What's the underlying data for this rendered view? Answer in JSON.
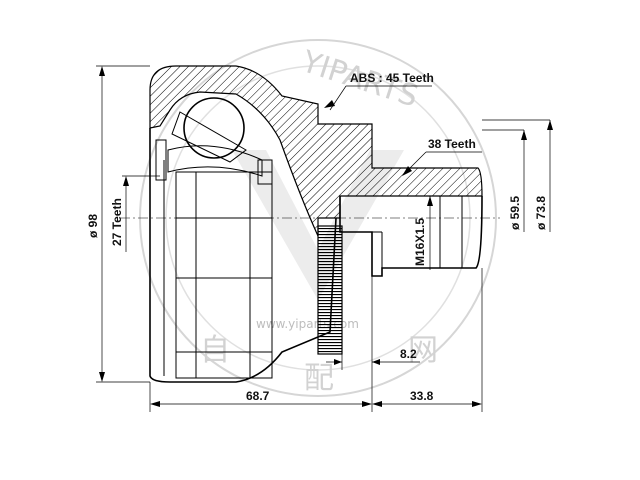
{
  "labels": {
    "abs_teeth": "ABS : 45 Teeth",
    "outer_teeth": "38 Teeth",
    "inner_teeth": "27 Teeth",
    "outer_diameter": "ø 98",
    "stub_diameter": "ø 59.5",
    "flange_diameter": "ø 73.8",
    "thread": "M16X1.5",
    "abs_offset": "8.2",
    "body_length": "68.7",
    "stub_length": "33.8"
  },
  "watermark": {
    "url": "www.yiparts.com",
    "ring_text": "YIPARTS",
    "char_left": "自",
    "char_center": "配",
    "char_right": "网"
  },
  "colors": {
    "line": "#000000",
    "hatch": "#000000",
    "watermark": "#c8c8c8",
    "background": "#ffffff"
  }
}
